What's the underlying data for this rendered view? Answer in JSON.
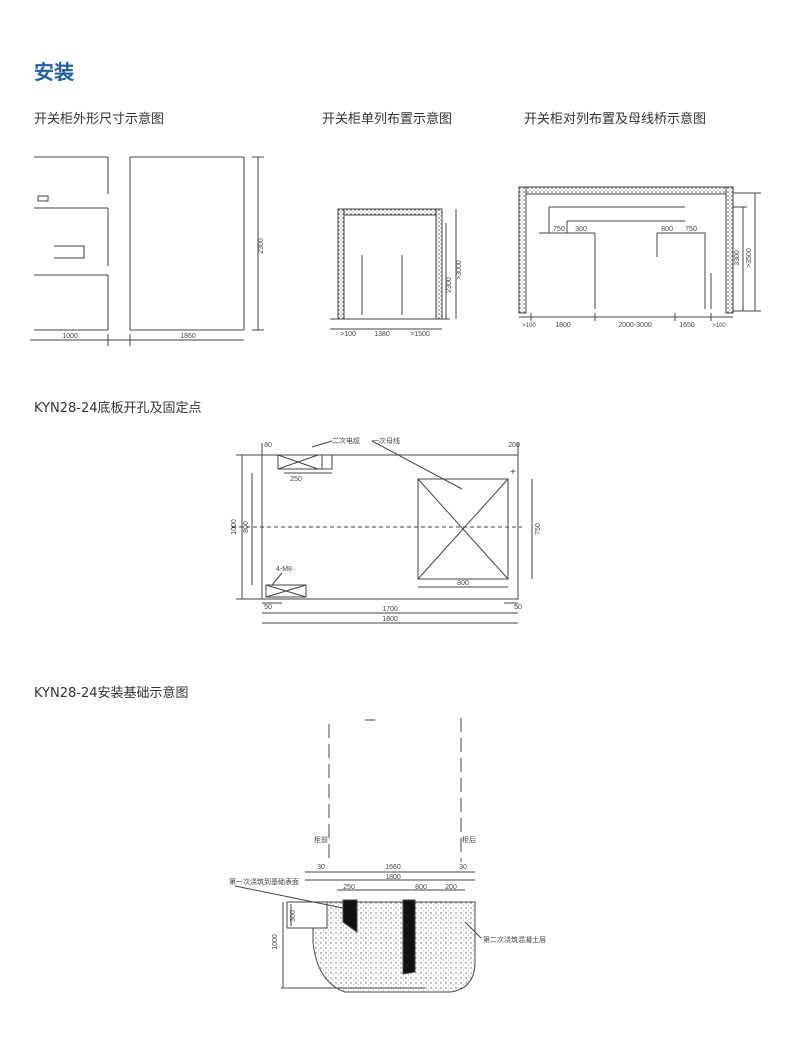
{
  "page": {
    "section_title": "安装"
  },
  "fig1": {
    "caption": "开关柜外形尺寸示意图",
    "dims": {
      "height": "2300",
      "depth_left": "1000",
      "depth_right": "1860"
    }
  },
  "fig2": {
    "caption": "开关柜单列布置示意图",
    "dims": {
      "left": ">100",
      "middle": "1380",
      "right": ">1500",
      "h1": "2300",
      "h2": ">3000"
    }
  },
  "fig3": {
    "caption": "开关柜对列布置及母线桥示意图",
    "dims": {
      "a": "750",
      "b": "300",
      "c": "800",
      "d": "750",
      "bottom_left": "1800",
      "bottom_mid": "2000-3000",
      "bottom_right": "1650",
      "edge_left": ">100",
      "edge_right": ">100",
      "h1": "3300",
      "h2": ">3500"
    }
  },
  "fig4": {
    "caption": "KYN28-24底板开孔及固定点",
    "dims": {
      "top_left": "80",
      "left_slot": "250",
      "top_right": "200",
      "height_outer": "1000",
      "height_inner": "800",
      "right_h": "750",
      "square_w": "800",
      "bottom_inner": "1700",
      "bottom_outer": "1800",
      "bottom_left": "50",
      "bottom_right": "50"
    },
    "labels": {
      "cable": "二次电缆",
      "busbar": "一次母线",
      "holes": "4-M8"
    }
  },
  "fig5": {
    "caption": "KYN28-24安装基础示意图",
    "dims": {
      "d30a": "30",
      "d1660": "1660",
      "d1800": "1800",
      "d30b": "30",
      "d250": "250",
      "d800": "800",
      "d200": "200",
      "d300": "300",
      "d1000": "1000"
    },
    "labels": {
      "front": "柜前",
      "back": "柜后",
      "note_left": "第一次浇筑到基础表面",
      "note_right": "第二次浇筑混凝土层"
    }
  }
}
